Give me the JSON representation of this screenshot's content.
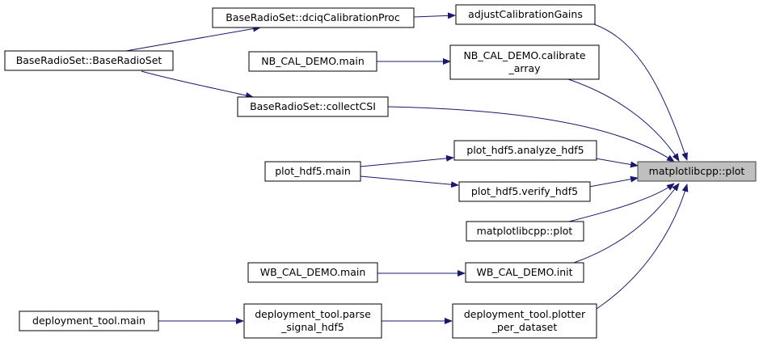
{
  "graph": {
    "type": "caller-graph",
    "colors": {
      "edge": "#191970",
      "root_fill": "#bfbfbf",
      "node_fill": "#ffffff",
      "node_border": "#000000"
    },
    "nodes": {
      "root": {
        "lines": [
          "matplotlibcpp::plot"
        ]
      },
      "adjust": {
        "lines": [
          "adjustCalibrationGains"
        ]
      },
      "dciq": {
        "lines": [
          "BaseRadioSet::dciqCalibrationProc"
        ]
      },
      "brs": {
        "lines": [
          "BaseRadioSet::BaseRadioSet"
        ]
      },
      "nbmain": {
        "lines": [
          "NB_CAL_DEMO.main"
        ]
      },
      "nbcal": {
        "lines": [
          "NB_CAL_DEMO.calibrate",
          "_array"
        ]
      },
      "collect": {
        "lines": [
          "BaseRadioSet::collectCSI"
        ]
      },
      "analyze": {
        "lines": [
          "plot_hdf5.analyze_hdf5"
        ]
      },
      "h5main": {
        "lines": [
          "plot_hdf5.main"
        ]
      },
      "verify": {
        "lines": [
          "plot_hdf5.verify_hdf5"
        ]
      },
      "plot2": {
        "lines": [
          "matplotlibcpp::plot"
        ]
      },
      "wbmain": {
        "lines": [
          "WB_CAL_DEMO.main"
        ]
      },
      "wbinit": {
        "lines": [
          "WB_CAL_DEMO.init"
        ]
      },
      "dtmain": {
        "lines": [
          "deployment_tool.main"
        ]
      },
      "dtparse": {
        "lines": [
          "deployment_tool.parse",
          "_signal_hdf5"
        ]
      },
      "dtplot": {
        "lines": [
          "deployment_tool.plotter",
          "_per_dataset"
        ]
      }
    },
    "edges": [
      {
        "from": "adjust",
        "to": "root"
      },
      {
        "from": "dciq",
        "to": "adjust"
      },
      {
        "from": "brs",
        "to": "dciq"
      },
      {
        "from": "brs",
        "to": "collect"
      },
      {
        "from": "nbmain",
        "to": "nbcal"
      },
      {
        "from": "nbcal",
        "to": "root"
      },
      {
        "from": "collect",
        "to": "root"
      },
      {
        "from": "h5main",
        "to": "analyze"
      },
      {
        "from": "h5main",
        "to": "verify"
      },
      {
        "from": "analyze",
        "to": "root"
      },
      {
        "from": "verify",
        "to": "root"
      },
      {
        "from": "plot2",
        "to": "root"
      },
      {
        "from": "wbmain",
        "to": "wbinit"
      },
      {
        "from": "wbinit",
        "to": "root"
      },
      {
        "from": "dtmain",
        "to": "dtparse"
      },
      {
        "from": "dtparse",
        "to": "dtplot"
      },
      {
        "from": "dtplot",
        "to": "root"
      }
    ]
  }
}
